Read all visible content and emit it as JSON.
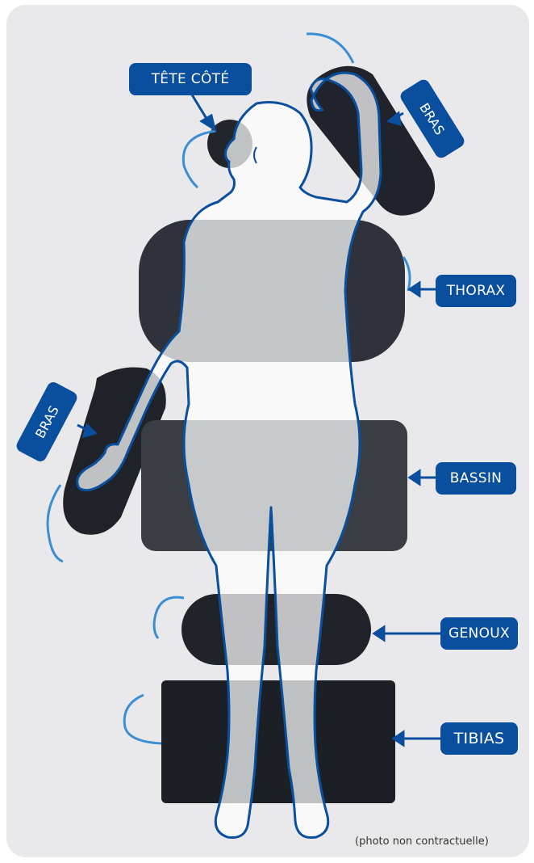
{
  "labels": {
    "tete_cote": "TÊTE CÔTÉ",
    "bras_haut": "BRAS",
    "thorax": "THORAX",
    "bras_bas": "BRAS",
    "bassin": "BASSIN",
    "genoux": "GENOUX",
    "tibias": "TIBIAS"
  },
  "caption": "(photo non contractuelle)",
  "colors": {
    "accent": "#0a4f9e",
    "cushion": "#2b2e36",
    "body_fill": "#ffffff",
    "panel": "#e9e9ec"
  }
}
